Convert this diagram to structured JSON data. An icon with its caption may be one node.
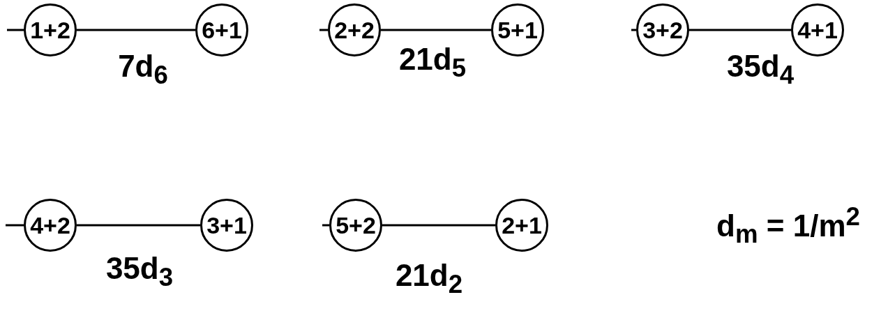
{
  "diagram": {
    "nodes": [
      {
        "text": [
          "1+2"
        ]
      },
      {
        "text": [
          "6+1"
        ]
      },
      {
        "text": [
          "2+2"
        ]
      },
      {
        "text": [
          "5+1"
        ]
      },
      {
        "text": [
          "3+2"
        ]
      },
      {
        "text": [
          "4+1"
        ]
      },
      {
        "text": [
          "4+2"
        ]
      },
      {
        "text": [
          "3+1"
        ]
      },
      {
        "text": [
          "5+2"
        ]
      },
      {
        "text": [
          "2+1"
        ]
      }
    ],
    "edges": [
      {
        "from": null,
        "to": 0,
        "arrow": "none"
      },
      {
        "from": 0,
        "to": 1,
        "arrow": "none"
      },
      {
        "from": null,
        "to": 2,
        "arrow": "none"
      },
      {
        "from": 2,
        "to": 3,
        "arrow": "none"
      },
      {
        "from": null,
        "to": 4,
        "arrow": "none"
      },
      {
        "from": 4,
        "to": 5,
        "arrow": "none"
      },
      {
        "from": null,
        "to": 6,
        "arrow": "none"
      },
      {
        "from": 6,
        "to": 7,
        "arrow": "none"
      },
      {
        "from": null,
        "to": 8,
        "arrow": "none"
      },
      {
        "from": 8,
        "to": 9,
        "arrow": "none"
      }
    ],
    "labels": [
      "7d$_{6}$",
      "21d$_{5}$",
      "35d$_{4}$",
      "35d$_{3}$",
      "21d$_{2}$",
      "d$_{m}$ = 1/m$^{2}$"
    ]
  }
}
